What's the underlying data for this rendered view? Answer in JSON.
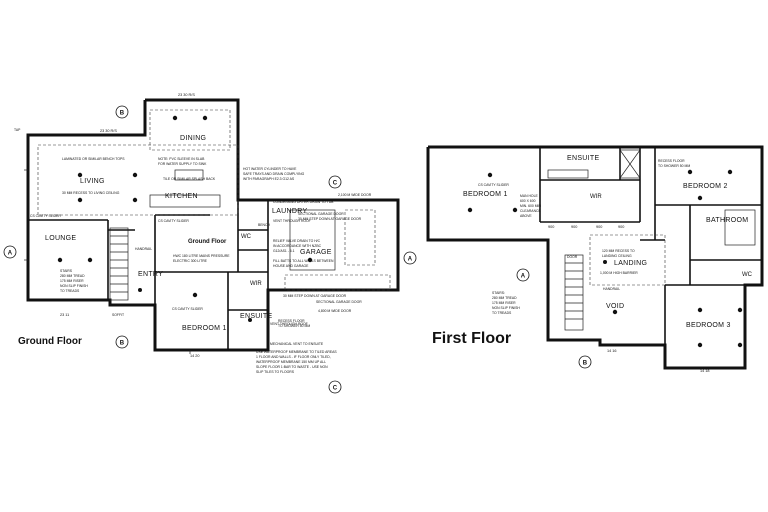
{
  "titles": {
    "ground": "Ground Floor",
    "first": "First Floor"
  },
  "ground_rooms": {
    "dining": "DINING",
    "living": "LIVING",
    "kitchen": "KITCHEN",
    "lounge": "LOUNGE",
    "laundry": "LAUNDRY",
    "garage": "GARAGE",
    "entry": "ENTRY",
    "bedroom1": "BEDROOM 1",
    "ensuite": "ENSUITE",
    "wc": "WC",
    "wir": "WIR",
    "ground_floor_tag": "Ground Floor"
  },
  "first_rooms": {
    "ensuite": "ENSUITE",
    "bedroom1": "BEDROOM 1",
    "wir": "WIR",
    "bedroom2": "BEDROOM 2",
    "bathroom": "BATHROOM",
    "wc": "WC",
    "landing": "LANDING",
    "void": "VOID",
    "bedroom3": "BEDROOM 3",
    "door": "DOOR",
    "handrail": "HANDRAIL"
  },
  "ground_notes": {
    "laminated": "LAMINATED OR SIMILAR BENCH TOPS",
    "recess_living": "30 MM RECESS TO LIVING CEILING",
    "pvc": "NOTE: PVC SLEEVE IN SLAB",
    "pvc2": "FOR WATER SUPPLY TO SINK",
    "tile": "TILE OR SIMILAR SPLASH BACK",
    "hot_water": "HOT WATER CYLINDER TO HAVE",
    "hot_water2": "SAFE TRAYS AND DRAIN COMPLYING",
    "hot_water3": "WITH PARAGRAPH E2.3 G12 AS",
    "condensing": "CONDENSING DRYER DRAIN TO TUB",
    "vent_roof": "VENT THROUGH ROOF",
    "sectional": "SECTIONAL GARAGE DOOR",
    "step_down": "30 MM STEP DOWN AT GARAGE DOOR",
    "door_2100": "2,100 M WIDE DOOR",
    "relief": "RELIEF VALVE DRAIN TO H/C",
    "relief2": "IN ACCORDANCE WITH NZBC",
    "relief3": "G12/AS1 - 6.1",
    "walls": "FILL BATTS TO ALL WALLS BETWEEN",
    "walls2": "HOUSE AND GARAGE",
    "cs_cavity": "CS CAVITY SLIDER",
    "hwc": "HWC 180 LITRE MAINS PRESSURE",
    "hwc2": "ELECTRIC 300 LITRE",
    "stairs": "STAIRS",
    "stairs2": "280 MM TREAD",
    "stairs3": "175 MM RISER",
    "stairs4": "NON SLIP FINISH",
    "stairs5": "TO TREADS",
    "handrail": "HANDRAIL",
    "step_down2": "30 MM STEP DOWN AT GARAGE DOOR",
    "sectional2": "SECTIONAL GARAGE DOOR",
    "door_4800": "4,800 M WIDE DOOR",
    "vent_roof2": "VENT THROUGH ROOF",
    "mech_vent": "MECHANICAL VENT TO ENSUITE",
    "recess_floor": "RECESS FLOOR",
    "recess_floor2": "TO SHOWER 50 MM",
    "waterproof": "USE WATERPROOF MEMBRANE TO TILED AREAS",
    "waterproof2": "1 FLOOR AND WALLS - IF FLOOR ONLY TILED,",
    "waterproof3": "WATERPROOF MEMBRANE 150 MM UP ALL",
    "waterproof4": "SLOPE FLOOR 1:BAR TO WASTE - USE NON",
    "waterproof5": "SLIP TILES TO FLOORS",
    "soffit": "SOFFIT",
    "bench": "BENCH",
    "cs_cavity2": "CS CAVITY SLIDER",
    "cs_cavity3": "CS CAVITY SLIDER",
    "tap": "TAP",
    "dim_top": "23 30 R/S",
    "dim_left": "23 30 R/S",
    "dim_bottom1": "23 11",
    "dim_bottom2": "14 20"
  },
  "first_notes": {
    "cs_slider": "CS CAVITY SLIDER",
    "manhole": "MAN HOLE",
    "manhole2": "600 X 600",
    "manhole3": "MIN. 600 MIN",
    "manhole4": "CLEARANCE",
    "manhole5": "ABOVE",
    "recess_floor": "RECESS FLOOR",
    "recess_floor2": "TO SHOWER 50 MM",
    "recess_landing": "120 MM RECESS TO",
    "recess_landing2": "LANDING CEILING",
    "barrier": "1,000 M HIGH BARRIER",
    "stairs": "STAIRS:",
    "stairs2": "280 MM TREAD",
    "stairs3": "175 MM RISER",
    "stairs4": "NON SLIP FINISH",
    "stairs5": "TO TREADS",
    "dim1": "900",
    "dim2": "900",
    "dim3": "900",
    "dim4": "900",
    "dim_bottom1": "14 16",
    "dim_bottom2": "14 18"
  },
  "grid": {
    "a": "A",
    "b": "B",
    "c": "C"
  }
}
